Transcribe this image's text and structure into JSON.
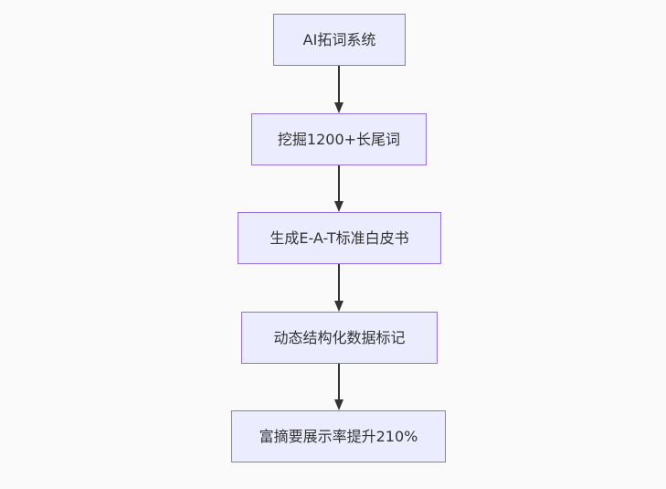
{
  "diagram": {
    "type": "flowchart",
    "direction": "top-down",
    "nodes": [
      {
        "id": "1",
        "label": "AI拓词系统"
      },
      {
        "id": "2",
        "label": "挖掘1200+长尾词"
      },
      {
        "id": "3",
        "label": "生成E-A-T标准白皮书"
      },
      {
        "id": "4",
        "label": "动态结构化数据标记"
      },
      {
        "id": "5",
        "label": "富摘要展示率提升210%"
      }
    ],
    "edges": [
      {
        "from": "1",
        "to": "2"
      },
      {
        "from": "2",
        "to": "3"
      },
      {
        "from": "3",
        "to": "4"
      },
      {
        "from": "4",
        "to": "5"
      }
    ],
    "colors": {
      "node_fill": "#ECECFF",
      "node_border": "#9370DB",
      "edge": "#333333",
      "text": "#333333",
      "background": "#FAFAFA"
    }
  }
}
